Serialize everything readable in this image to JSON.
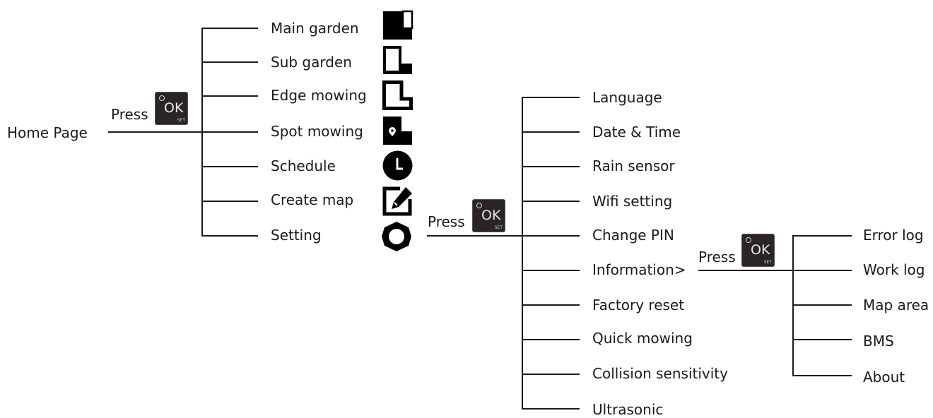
{
  "root": {
    "label": "Home Page"
  },
  "press_label": "Press",
  "ok_button": {
    "text": "OK",
    "sub": "SET"
  },
  "home_menu": {
    "items": [
      {
        "label": "Main garden",
        "icon": "main-garden-icon"
      },
      {
        "label": "Sub garden",
        "icon": "sub-garden-icon"
      },
      {
        "label": "Edge mowing",
        "icon": "edge-mowing-icon"
      },
      {
        "label": "Spot mowing",
        "icon": "spot-mowing-icon"
      },
      {
        "label": "Schedule",
        "icon": "schedule-icon"
      },
      {
        "label": "Create map",
        "icon": "create-map-icon"
      },
      {
        "label": "Setting",
        "icon": "setting-icon"
      }
    ]
  },
  "setting_menu": {
    "items": [
      "Language",
      "Date & Time",
      "Rain sensor",
      "Wifi setting",
      "Change PIN",
      "Information>",
      "Factory reset",
      "Quick mowing",
      "Collision sensitivity",
      "Ultrasonic"
    ]
  },
  "information_menu": {
    "items": [
      "Error log",
      "Work log",
      "Map area",
      "BMS",
      "About"
    ]
  }
}
